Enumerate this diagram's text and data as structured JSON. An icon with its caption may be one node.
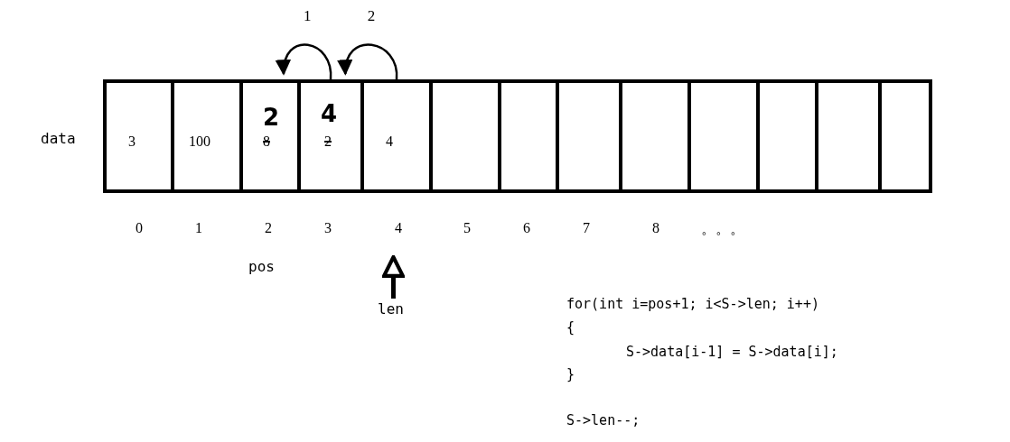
{
  "diagram": {
    "nodes": [
      {
        "text": [
          "3"
        ]
      },
      {
        "text": [
          "100"
        ]
      },
      {
        "text": [
          "2",
          "8"
        ]
      },
      {
        "text": [
          "4",
          "2"
        ]
      },
      {
        "text": [
          "4"
        ]
      },
      {
        "text": [],
        "shape": "box"
      },
      {
        "text": [],
        "shape": "box"
      },
      {
        "text": [],
        "shape": "box"
      },
      {
        "text": [],
        "shape": "box"
      },
      {
        "text": [],
        "shape": "box"
      },
      {
        "text": [],
        "shape": "box"
      },
      {
        "text": [],
        "shape": "box"
      },
      {
        "text": [],
        "shape": "box"
      },
      {
        "text": [
          "len"
        ]
      }
    ],
    "edges": [
      {
        "from": 3,
        "to": 2,
        "arrow": "to",
        "label": "1"
      },
      {
        "from": 4,
        "to": 3,
        "arrow": "to",
        "label": "2"
      },
      {
        "from": 13,
        "to": null,
        "arrow": "to",
        "style": "thick"
      }
    ],
    "labels": [
      "data",
      "0",
      "1",
      "2",
      "3",
      "4",
      "5",
      "6",
      "7",
      "8",
      "。。。",
      "pos",
      "for(int i=pos+1; i<S->len; i++)",
      "{",
      "S->data[i-1] = S->data[i];",
      "}",
      "S->len--;"
    ]
  }
}
